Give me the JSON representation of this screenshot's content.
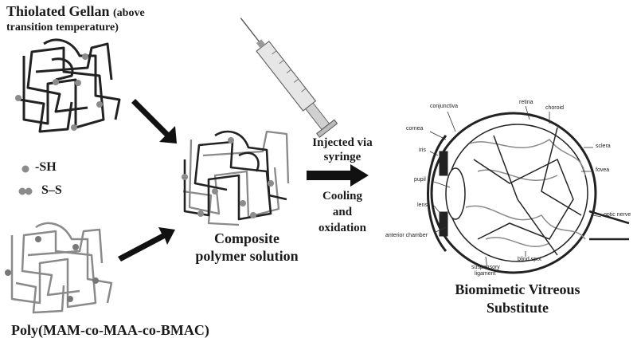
{
  "top_left": {
    "title_main": "Thiolated Gellan",
    "title_paren_1": "(above",
    "title_paren_2": "transition temperature)"
  },
  "legend": {
    "sh_label": "-SH",
    "ss_label": "S–S"
  },
  "bottom_left": {
    "title": "Poly(MAM-co-MAA-co-BMAC)"
  },
  "center": {
    "title_line1": "Composite",
    "title_line2": "polymer solution"
  },
  "arrow_text": {
    "line1": "Injected via",
    "line2": "syringe",
    "line3": "Cooling",
    "line4": "and",
    "line5": "oxidation"
  },
  "eye": {
    "labels": {
      "conjunctiva": "conjunctiva",
      "retina": "retina",
      "choroid": "choroid",
      "cornea": "cornea",
      "sclera": "sclera",
      "iris": "iris",
      "fovea": "fovea",
      "pupil": "pupil",
      "lens": "lens",
      "optic_nerve": "optic nerve",
      "anterior_chamber": "anterior chamber",
      "suspensory": "suspensory",
      "ligament": "ligament",
      "blind_spot": "blind spot"
    },
    "title_line1": "Biomimetic Vitreous",
    "title_line2": "Substitute"
  },
  "colors": {
    "dark_polymer": "#222222",
    "light_polymer": "#8a8a8a",
    "thiol_dot": "#8c8c8c",
    "arrow": "#111111"
  }
}
